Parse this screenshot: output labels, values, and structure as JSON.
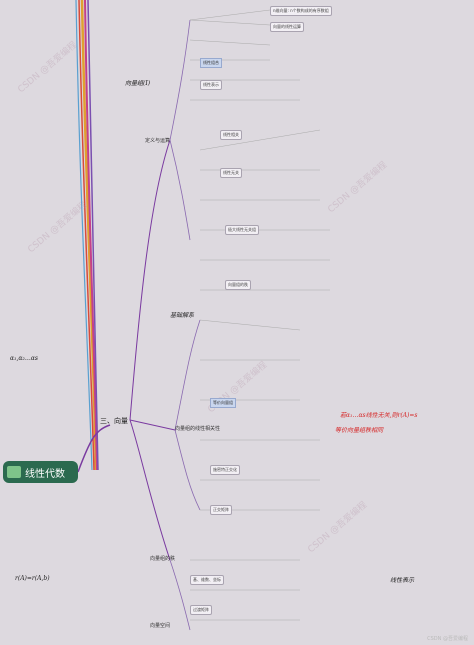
{
  "root": {
    "label": "线性代数"
  },
  "branches": {
    "vectors": "三、向量",
    "section_a": "定义与运算",
    "section_b": "向量组的线性相关性",
    "section_c": "向量组的秩",
    "section_d": "向量空间"
  },
  "handwriting": {
    "h1": "向量组(Ⅰ)",
    "h2": "α₁,α₂…αs",
    "h3": "r(A)=r(A,b)",
    "h4": "基础解系",
    "h5": "线性表示",
    "red_note": "若α₁…αs线性无关,则r(A)=s",
    "red_note2": "等价向量组秩相同"
  },
  "boxes": [
    "n维向量: n个数构成的有序数组",
    "向量的线性运算",
    "线性组合",
    "线性表示",
    "线性相关",
    "线性无关",
    "极大线性无关组",
    "向量组的秩",
    "等价向量组",
    "施密特正交化",
    "正交矩阵",
    "基、维数、坐标",
    "过渡矩阵"
  ],
  "watermark": "CSDN @吾爱编程",
  "credit": "CSDN @吾爱编程"
}
